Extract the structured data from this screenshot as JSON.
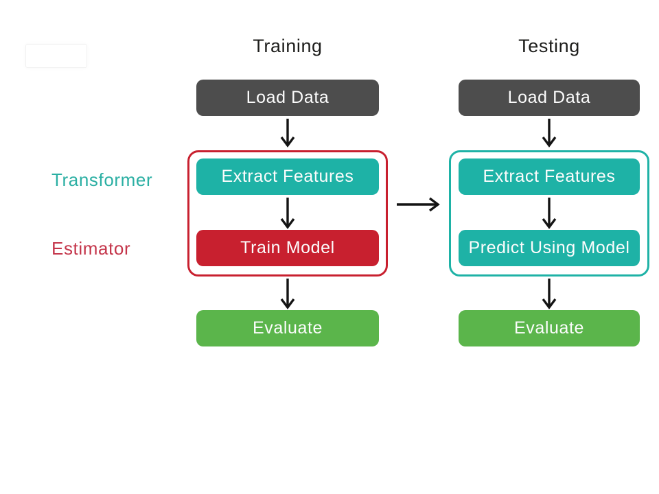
{
  "colors": {
    "dark": "#4d4d4d",
    "teal": "#1eb2a6",
    "red": "#c8202f",
    "green": "#5bb54b",
    "teal_label": "#2bafa3",
    "red_label": "#c4354a",
    "heading": "#1d1d1b",
    "arrow": "#141414",
    "box_text": "#fcfcfc"
  },
  "side_labels": {
    "transformer": "Transformer",
    "estimator": "Estimator"
  },
  "columns": [
    {
      "title": "Training",
      "steps": [
        {
          "label": "Load Data",
          "type": "dark"
        },
        {
          "label": "Extract Features",
          "type": "teal"
        },
        {
          "label": "Train Model",
          "type": "red"
        },
        {
          "label": "Evaluate",
          "type": "green"
        }
      ]
    },
    {
      "title": "Testing",
      "steps": [
        {
          "label": "Load Data",
          "type": "dark"
        },
        {
          "label": "Extract Features",
          "type": "teal"
        },
        {
          "label": "Predict Using Model",
          "type": "teal"
        },
        {
          "label": "Evaluate",
          "type": "green"
        }
      ]
    }
  ]
}
